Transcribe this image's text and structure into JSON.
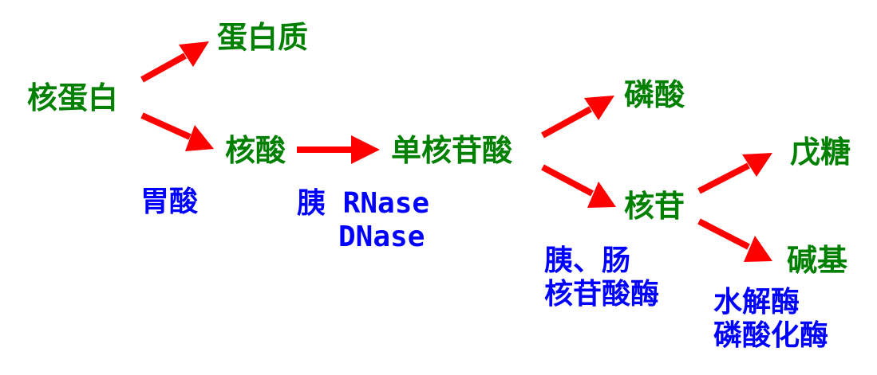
{
  "nodes": {
    "nucleoprotein": "核蛋白",
    "protein": "蛋白质",
    "nucleic_acid": "核酸",
    "mononucleotide": "单核苷酸",
    "phosphate": "磷酸",
    "nucleoside": "核苷",
    "pentose": "戊糖",
    "base": "碱基"
  },
  "enzymes": {
    "gastric_acid": "胃酸",
    "pancreatic_rnase": "胰 RNase",
    "dnase": "DNase",
    "pancreas_intestine": "胰、肠",
    "nucleotidase": "核苷酸酶",
    "hydrolase": "水解酶",
    "phosphorylase": "磷酸化酶"
  },
  "colors": {
    "node_text": "#008000",
    "enzyme_text": "#0000ff",
    "arrow": "#ff0000",
    "background": "#ffffff"
  }
}
